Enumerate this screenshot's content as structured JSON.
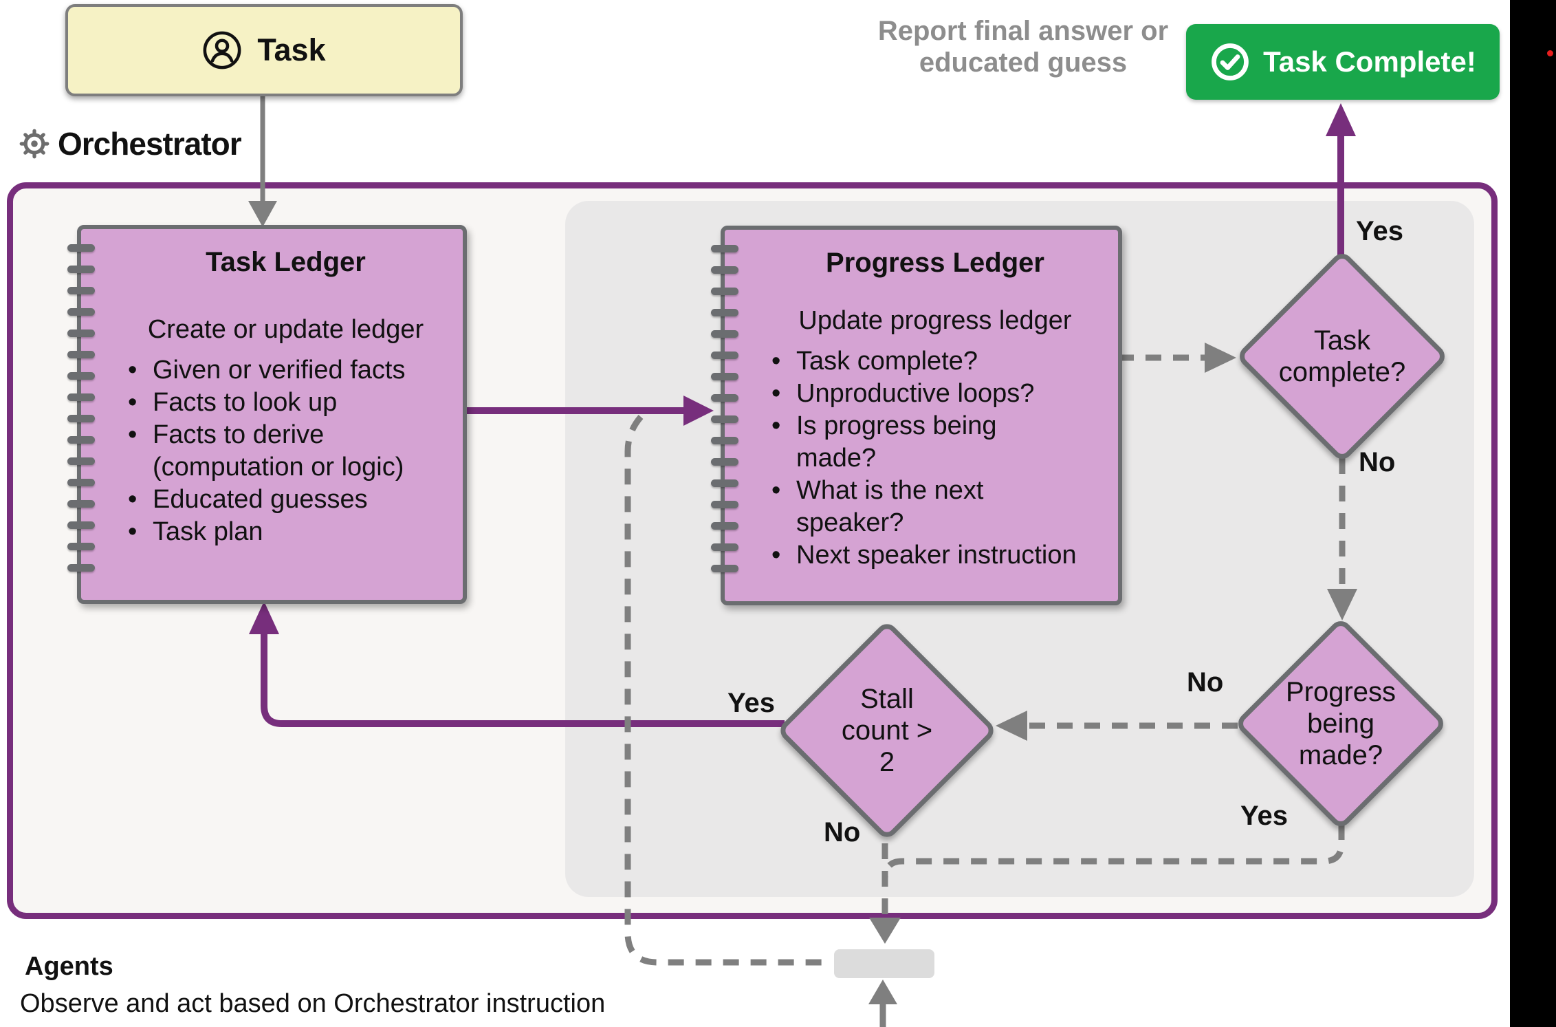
{
  "task_source": {
    "label": "Task",
    "icon": "person-icon"
  },
  "orchestrator": {
    "label": "Orchestrator",
    "icon": "gear-icon"
  },
  "report_note": "Report final answer or\neducated guess",
  "task_complete_button": {
    "label": "Task Complete!",
    "icon": "check-circle-icon"
  },
  "task_ledger": {
    "title": "Task Ledger",
    "subtitle": "Create or update ledger",
    "bullets": [
      "Given or verified facts",
      "Facts to look up",
      "Facts to derive\n(computation or logic)",
      "Educated guesses",
      "Task plan"
    ]
  },
  "progress_ledger": {
    "title": "Progress Ledger",
    "subtitle": "Update progress ledger",
    "bullets": [
      "Task complete?",
      "Unproductive loops?",
      "Is progress being\nmade?",
      "What is the next\nspeaker?",
      "Next speaker instruction"
    ]
  },
  "decisions": {
    "task_complete": "Task\ncomplete?",
    "progress": "Progress\nbeing\nmade?",
    "stall": "Stall\ncount >\n2"
  },
  "edge_labels": {
    "task_complete_yes": "Yes",
    "task_complete_no": "No",
    "progress_no": "No",
    "progress_yes": "Yes",
    "stall_yes": "Yes",
    "stall_no": "No"
  },
  "agents": {
    "title": "Agents",
    "subtitle": "Observe and act based on Orchestrator instruction"
  },
  "colors": {
    "purple": "#772e7c",
    "green": "#19a74b",
    "node_fill": "#d5a3d3",
    "node_border": "#6b6d70",
    "inner_panel": "#e9e8e8",
    "container_fill": "#f8f6f4",
    "task_yellow": "#f6f2c5",
    "gray_line": "#7f7f7f",
    "agent_rect": "#dcdcdc",
    "report_gray": "#8d8d8d",
    "red_dot": "#e81e1e"
  }
}
